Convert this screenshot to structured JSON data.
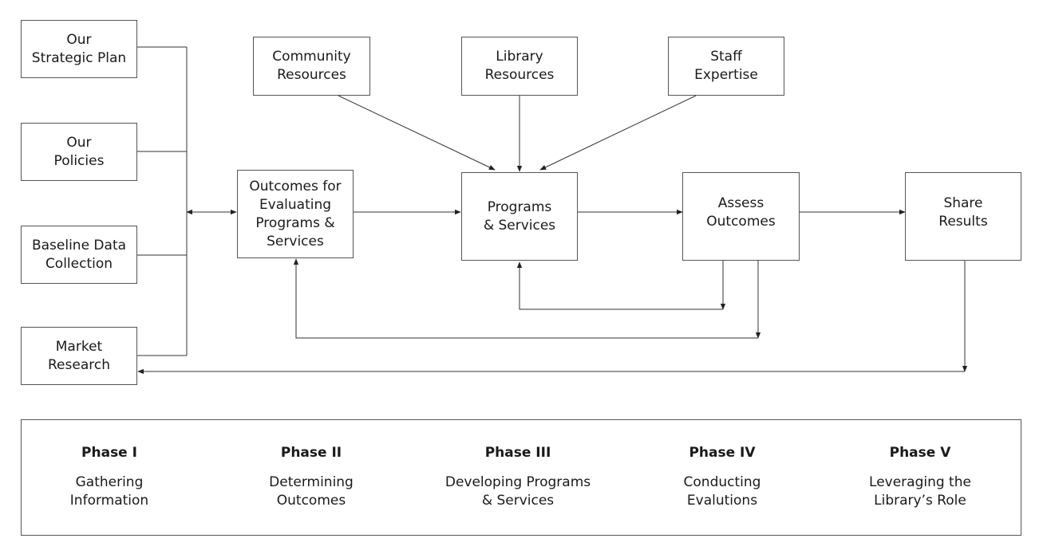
{
  "boxes": {
    "strategic_plan": "Our\nStrategic Plan",
    "policies": "Our\nPolicies",
    "baseline": "Baseline Data\nCollection",
    "market": "Market\nResearch",
    "outcomes_eval": "Outcomes for\nEvaluating\nPrograms &\nServices",
    "community": "Community\nResources",
    "library_res": "Library\nResources",
    "staff": "Staff\nExpertise",
    "programs": "Programs\n& Services",
    "assess": "Assess\nOutcomes",
    "share": "Share\nResults"
  },
  "phases": [
    {
      "title": "Phase I",
      "desc": "Gathering\nInformation"
    },
    {
      "title": "Phase II",
      "desc": "Determining\nOutcomes"
    },
    {
      "title": "Phase III",
      "desc": "Developing Programs\n& Services"
    },
    {
      "title": "Phase IV",
      "desc": "Conducting\nEvalutions"
    },
    {
      "title": "Phase V",
      "desc": "Leveraging the\nLibrary’s Role"
    }
  ]
}
